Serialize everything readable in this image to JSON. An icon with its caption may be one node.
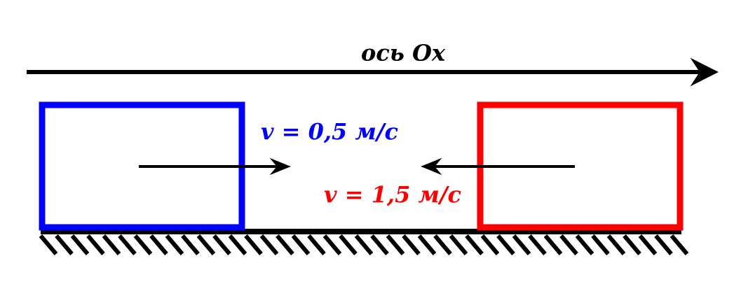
{
  "diagram": {
    "nodes": [
      {
        "text": [],
        "shape": "box",
        "beside": [
          "v = 0,5 м/с"
        ]
      },
      {
        "text": [],
        "shape": "box",
        "beside": [
          "v = 1,5 м/с"
        ]
      }
    ],
    "labels": [
      "ось Ox"
    ]
  }
}
